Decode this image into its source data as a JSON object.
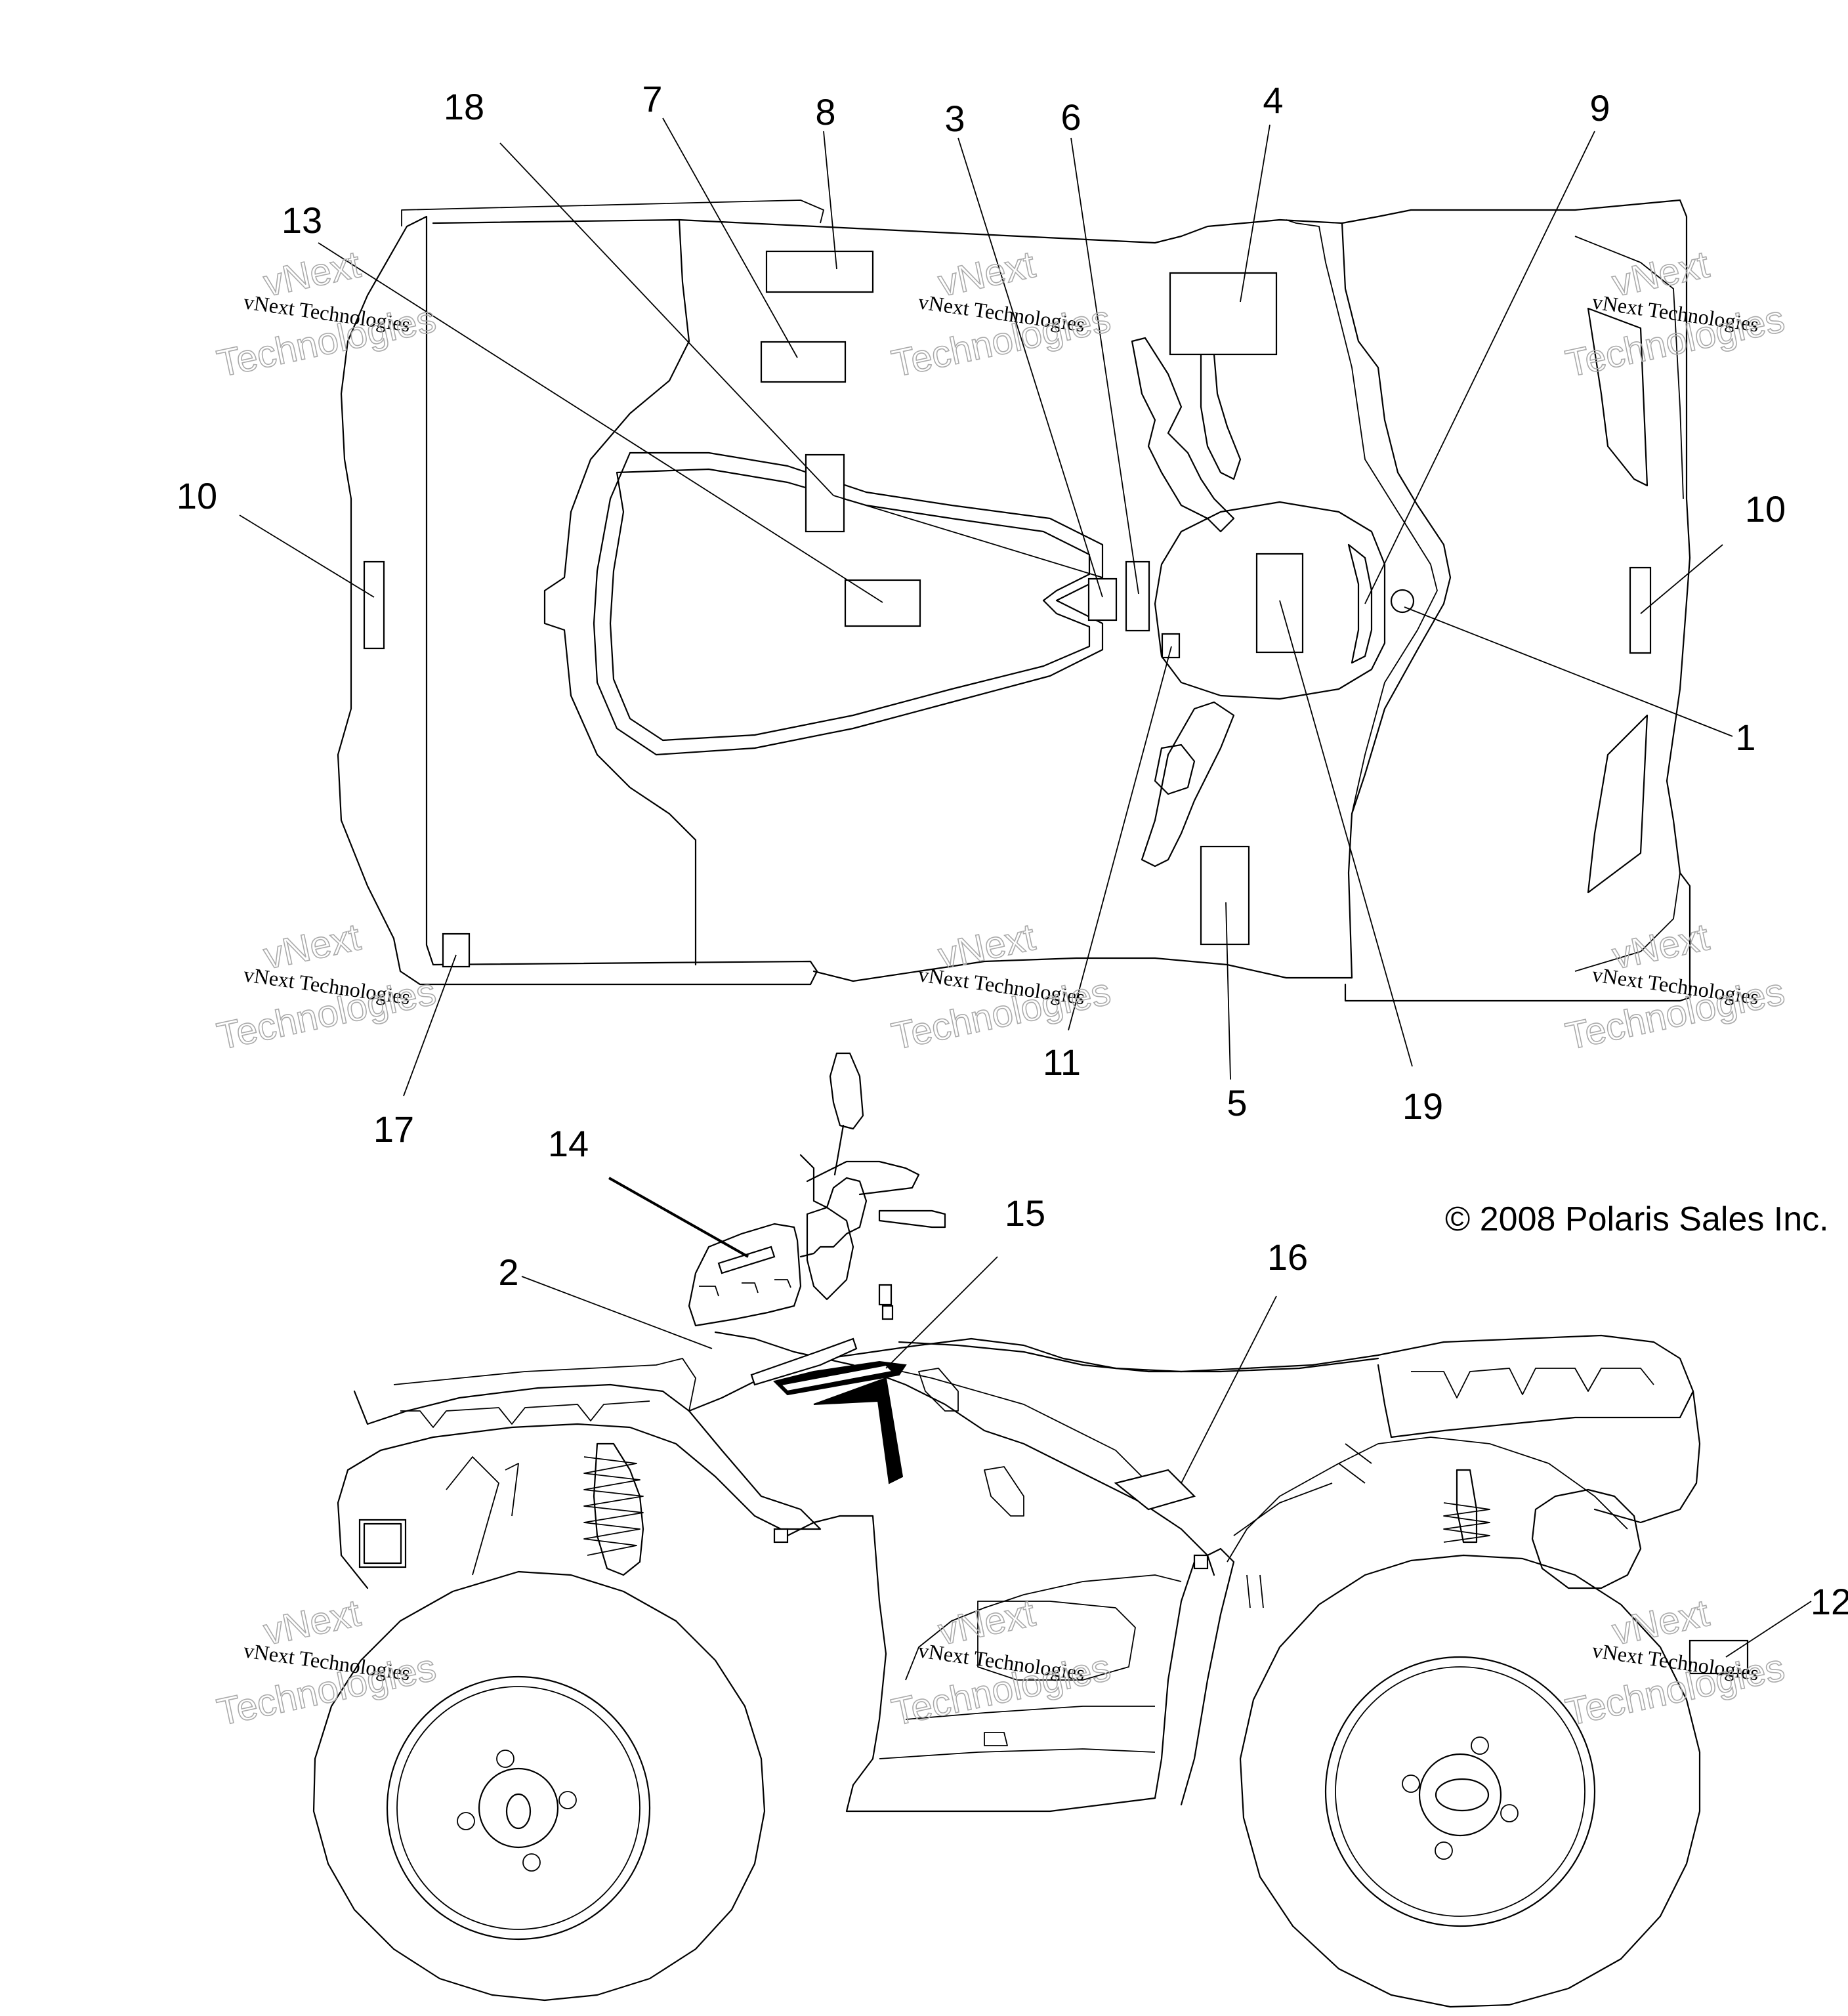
{
  "diagram": {
    "callouts": {
      "c1": "1",
      "c2": "2",
      "c3": "3",
      "c4": "4",
      "c5": "5",
      "c6": "6",
      "c7": "7",
      "c8": "8",
      "c9": "9",
      "c10_left": "10",
      "c10_right": "10",
      "c11": "11",
      "c12": "12",
      "c13": "13",
      "c14": "14",
      "c15": "15",
      "c16": "16",
      "c17": "17",
      "c18": "18",
      "c19": "19"
    },
    "copyright": "© 2008 Polaris Sales Inc.",
    "watermark": {
      "line1": "vNext Technologies",
      "line2": "vNext",
      "line3": "Technologies"
    }
  }
}
